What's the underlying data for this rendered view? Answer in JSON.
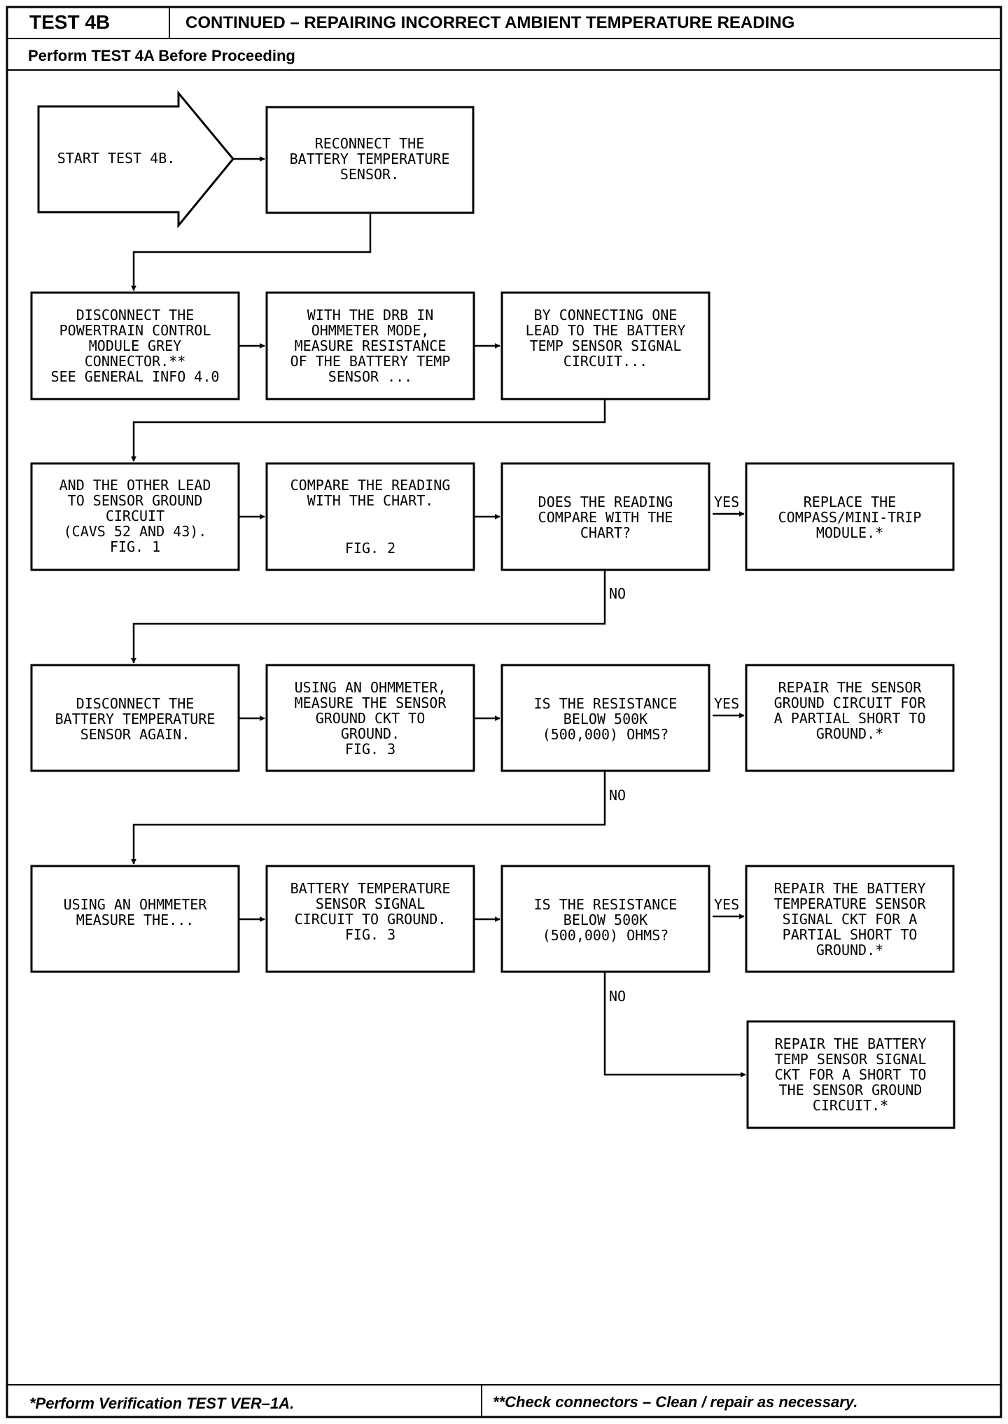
{
  "header": {
    "test_id": "TEST 4B",
    "title": "CONTINUED – REPAIRING INCORRECT AMBIENT TEMPERATURE READING",
    "subtitle": "Perform TEST 4A Before Proceeding"
  },
  "footer": {
    "left": "*Perform Verification TEST VER–1A.",
    "right": "**Check connectors – Clean / repair as necessary."
  },
  "labels": {
    "yes": "YES",
    "no": "NO"
  },
  "flowchart": {
    "start": [
      "START TEST 4B."
    ],
    "reconnect": [
      "RECONNECT THE",
      "BATTERY TEMPERATURE",
      "SENSOR."
    ],
    "disconnect_pcm": [
      "DISCONNECT THE",
      "POWERTRAIN CONTROL",
      "MODULE GREY",
      "CONNECTOR.**",
      "SEE GENERAL INFO 4.0"
    ],
    "drb_ohmmeter": [
      "WITH THE DRB IN",
      "OHMMETER MODE,",
      "MEASURE RESISTANCE",
      "OF THE BATTERY TEMP",
      "SENSOR ..."
    ],
    "connect_lead": [
      "BY CONNECTING ONE",
      "LEAD TO THE BATTERY",
      "TEMP SENSOR SIGNAL",
      "CIRCUIT..."
    ],
    "other_lead": [
      "AND THE OTHER LEAD",
      "TO SENSOR GROUND",
      "CIRCUIT",
      "(CAVS 52 AND 43).",
      "FIG. 1"
    ],
    "compare_chart": [
      "COMPARE THE READING",
      "WITH THE CHART."
    ],
    "compare_chart_fig": "FIG. 2",
    "does_compare": [
      "DOES THE READING",
      "COMPARE WITH THE",
      "CHART?"
    ],
    "replace_module": [
      "REPLACE THE",
      "COMPASS/MINI-TRIP",
      "MODULE.*"
    ],
    "disconnect_sensor": [
      "DISCONNECT THE",
      "BATTERY TEMPERATURE",
      "SENSOR AGAIN."
    ],
    "measure_ground": [
      "USING AN OHMMETER,",
      "MEASURE THE SENSOR",
      "GROUND CKT TO",
      "GROUND.",
      "FIG. 3"
    ],
    "resistance_q1": [
      "IS THE RESISTANCE",
      "BELOW 500K",
      "(500,000) OHMS?"
    ],
    "repair_ground": [
      "REPAIR THE SENSOR",
      "GROUND CIRCUIT FOR",
      "A PARTIAL SHORT TO",
      "GROUND.*"
    ],
    "measure_the": [
      "USING AN OHMMETER",
      "MEASURE THE..."
    ],
    "signal_circuit": [
      "BATTERY TEMPERATURE",
      "SENSOR SIGNAL",
      "CIRCUIT TO GROUND.",
      "FIG. 3"
    ],
    "resistance_q2": [
      "IS THE RESISTANCE",
      "BELOW 500K",
      "(500,000) OHMS?"
    ],
    "repair_signal_partial": [
      "REPAIR THE BATTERY",
      "TEMPERATURE SENSOR",
      "SIGNAL CKT FOR A",
      "PARTIAL SHORT TO",
      "GROUND.*"
    ],
    "repair_signal_short": [
      "REPAIR THE BATTERY",
      "TEMP SENSOR SIGNAL",
      "CKT FOR A SHORT TO",
      "THE SENSOR GROUND",
      "CIRCUIT.*"
    ]
  }
}
